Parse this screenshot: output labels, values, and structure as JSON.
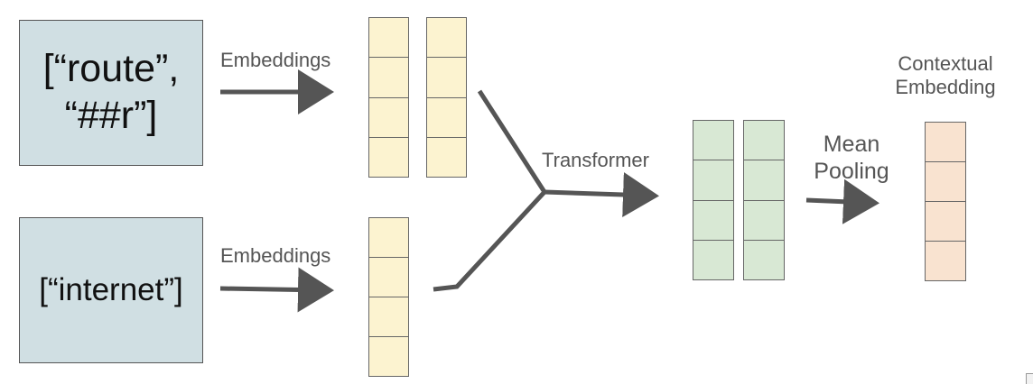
{
  "inputs": {
    "top_tokens": "[“route”,\n“##r”]",
    "bottom_tokens": "[“internet”]"
  },
  "labels": {
    "embeddings_top": "Embeddings",
    "embeddings_bottom": "Embeddings",
    "transformer": "Transformer",
    "mean_pooling": "Mean\nPooling",
    "contextual_embedding": "Contextual\nEmbedding"
  },
  "vectors": {
    "cells_per_vector": 4,
    "colors": {
      "token_box": "#d0dfe3",
      "embedding": "#fcf3d0",
      "transformer_output": "#d8e8d4",
      "contextual": "#f9e3d0",
      "arrow": "#555555"
    }
  }
}
